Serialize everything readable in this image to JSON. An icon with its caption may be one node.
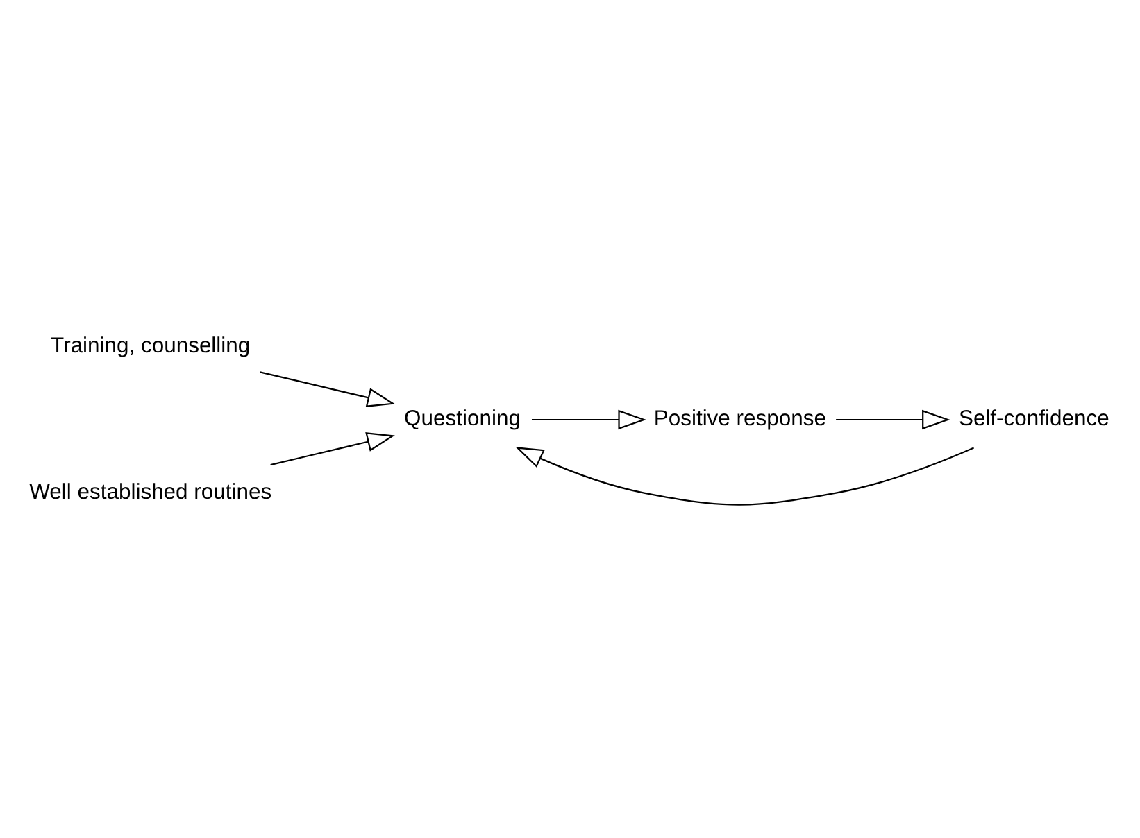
{
  "diagram": {
    "nodes": [
      {
        "text": [
          "Training, counselling"
        ]
      },
      {
        "text": [
          "Well established routines"
        ]
      },
      {
        "text": [
          "Questioning"
        ]
      },
      {
        "text": [
          "Positive response"
        ]
      },
      {
        "text": [
          "Self-confidence"
        ]
      }
    ],
    "edges": [
      {
        "from": 0,
        "to": 2,
        "arrow": "to"
      },
      {
        "from": 1,
        "to": 2,
        "arrow": "to"
      },
      {
        "from": 2,
        "to": 3,
        "arrow": "to"
      },
      {
        "from": 3,
        "to": 4,
        "arrow": "to"
      },
      {
        "from": 4,
        "to": 2,
        "arrow": "to"
      }
    ]
  }
}
